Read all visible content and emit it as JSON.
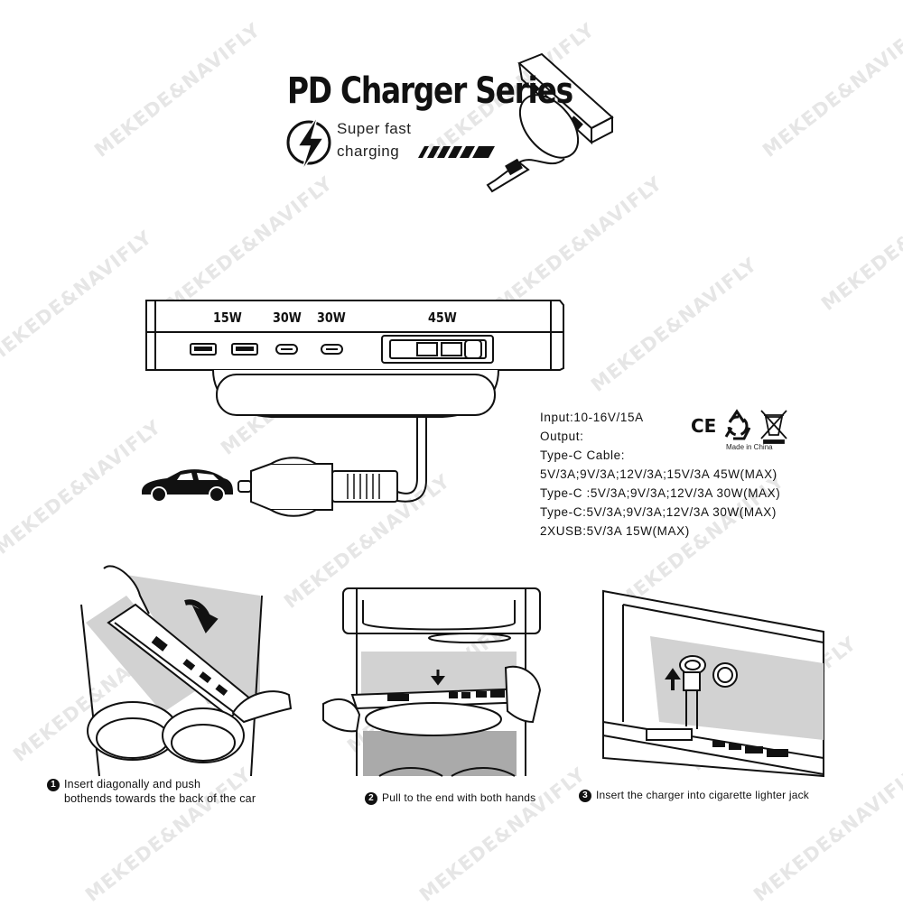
{
  "header": {
    "title": "PD Charger Series",
    "tagline_line1": "Super fast",
    "tagline_line2": "charging"
  },
  "ports": {
    "usb_a_label": "15W",
    "type_c_1_label": "30W",
    "type_c_2_label": "30W",
    "cable_label": "45W"
  },
  "specs": {
    "lines": [
      "Input:10-16V/15A",
      "Output:",
      "Type-C Cable:",
      "5V/3A;9V/3A;12V/3A;15V/3A 45W(MAX)",
      "Type-C :5V/3A;9V/3A;12V/3A 30W(MAX)",
      "Type-C:5V/3A;9V/3A;12V/3A 30W(MAX)",
      "2XUSB:5V/3A 15W(MAX)"
    ],
    "ce_mark": "CE",
    "made_in": "Made in China"
  },
  "steps": [
    {
      "number": "1",
      "line1": "Insert diagonally and push",
      "line2": "bothends towards the back of the car"
    },
    {
      "number": "2",
      "line1": "Pull to the end with both hands"
    },
    {
      "number": "3",
      "line1": "Insert the charger into cigarette lighter jack"
    }
  ],
  "watermark": "MEKEDE&NAVIFLY",
  "icons": [
    "lightning-icon",
    "car-icon",
    "recycle-icon",
    "weee-bin-icon",
    "arrow-down-icon",
    "arrow-up-icon"
  ]
}
